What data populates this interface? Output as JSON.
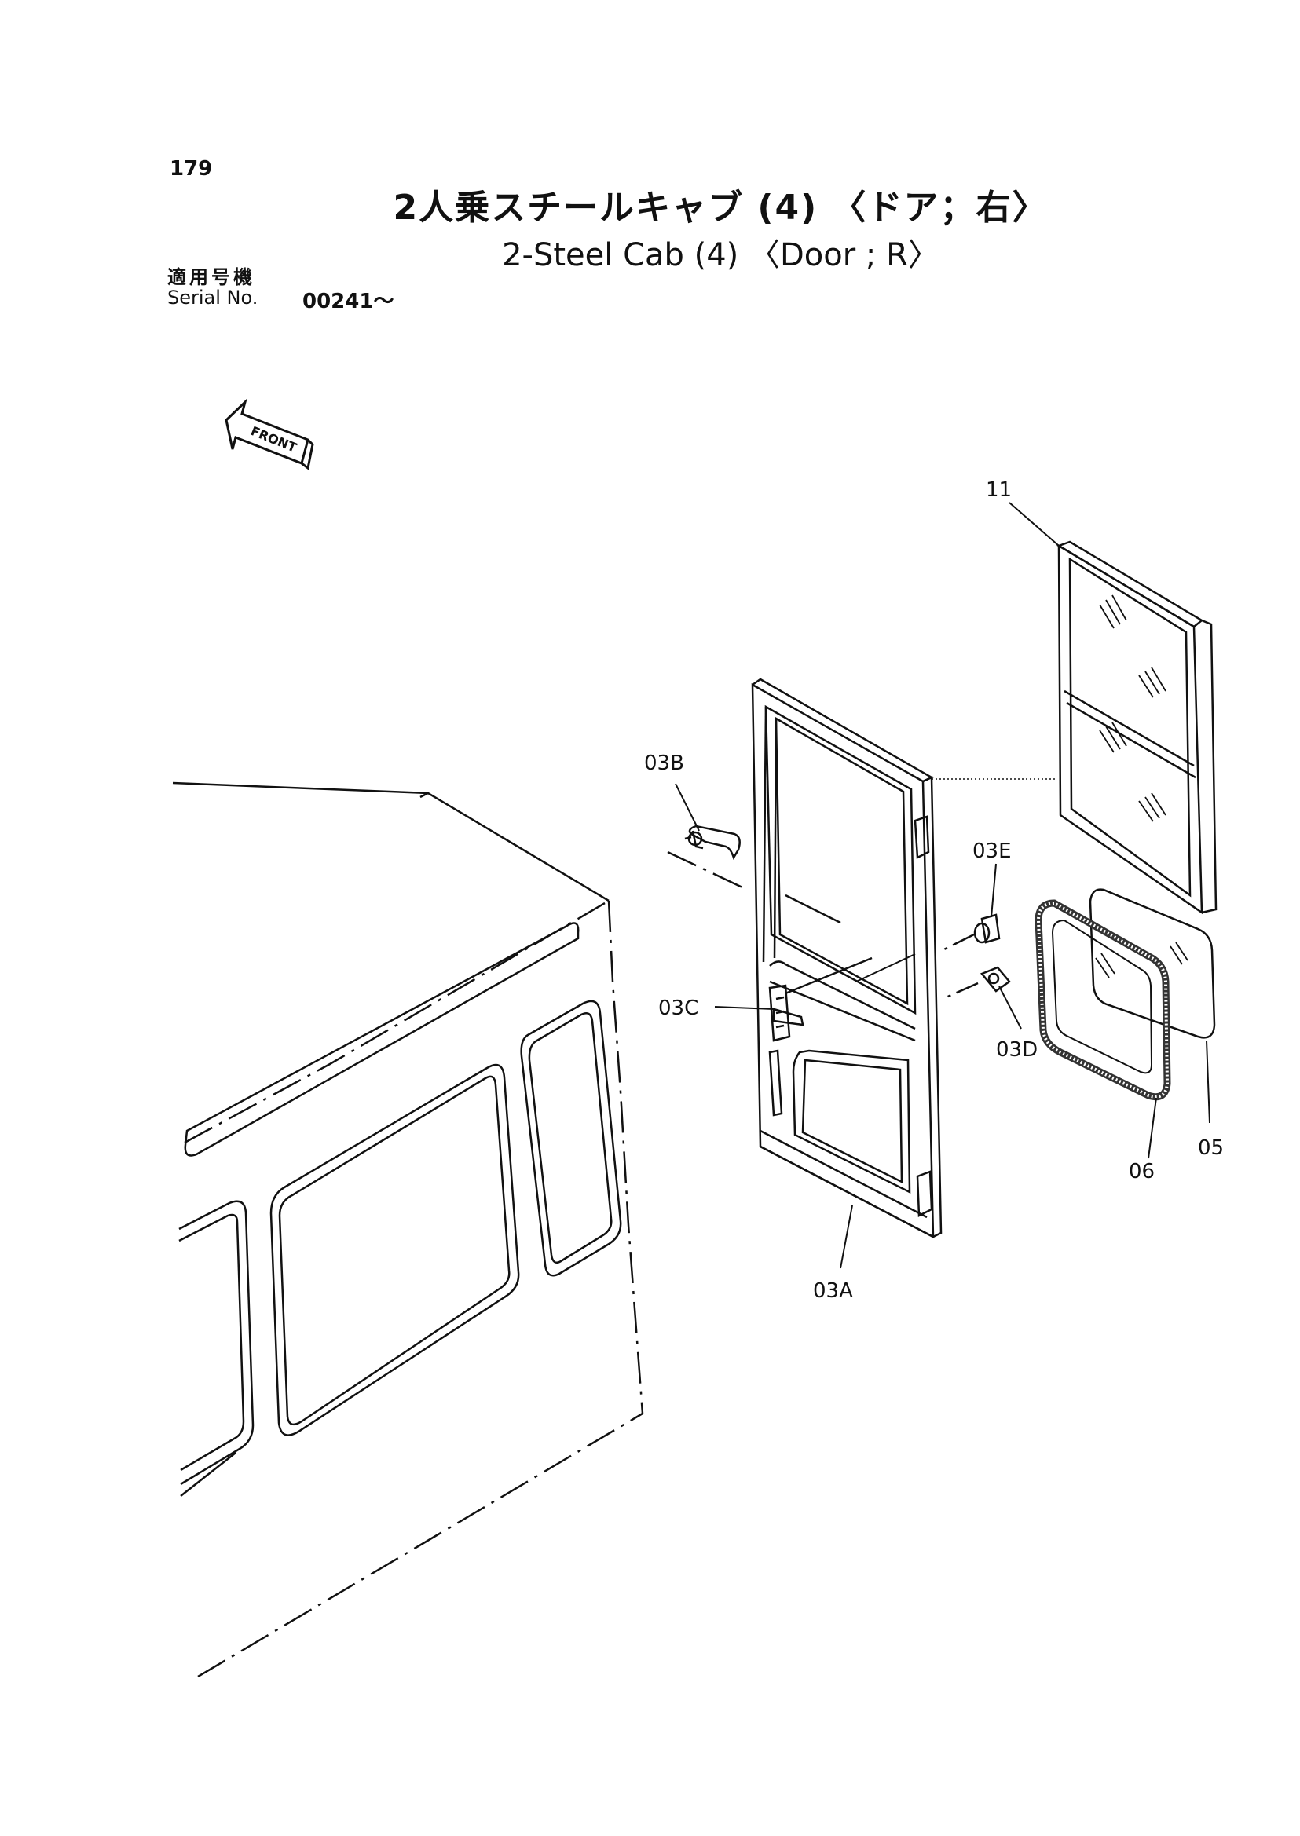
{
  "header": {
    "page_number": "179",
    "title_jp": "2人乗スチールキャブ (4) 〈ドア；右〉",
    "title_en": "2-Steel Cab (4) 〈Door ; R〉",
    "serial_label_jp": "適用号機",
    "serial_label_en": "Serial No.",
    "serial_value": "00241～"
  },
  "direction_indicator": {
    "label": "FRONT"
  },
  "callouts": {
    "window_glass": "11",
    "handle": "03B",
    "bumper": "03E",
    "lock": "03C",
    "catch": "03D",
    "door": "03A",
    "glass": "05",
    "weatherstrip": "06"
  }
}
